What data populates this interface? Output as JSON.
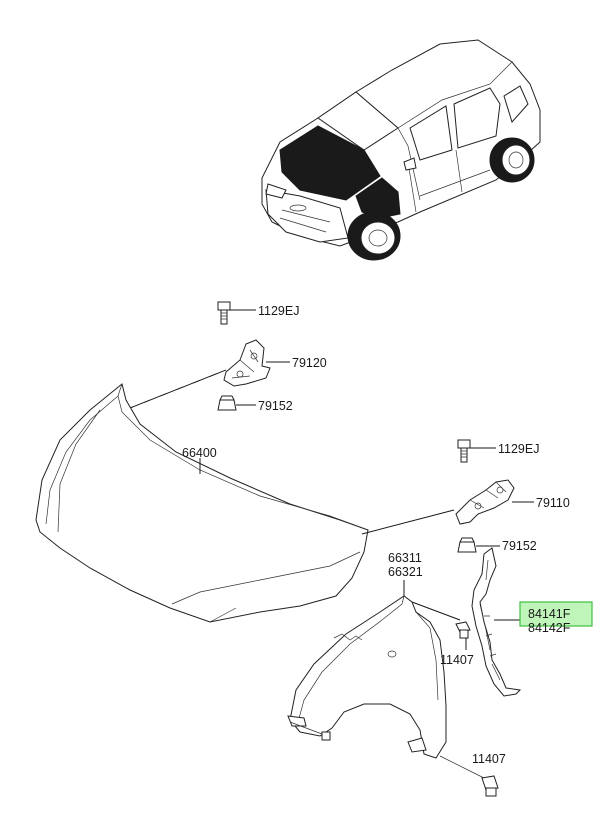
{
  "labels": {
    "bolt_hinge_left": "1129EJ",
    "hinge_left": "79120",
    "bumper_left": "79152",
    "hood_panel": "66400",
    "bolt_hinge_right": "1129EJ",
    "hinge_right": "79110",
    "bumper_right": "79152",
    "fender_left": "66311",
    "fender_right": "66321",
    "shield_left": "84141F",
    "shield_right": "84142F",
    "fender_bolt_upper": "11407",
    "fender_bolt_lower": "11407"
  },
  "colors": {
    "highlight_fill": "#bff5b8",
    "highlight_border": "#3fbf3f",
    "line": "#1a1a1a"
  }
}
